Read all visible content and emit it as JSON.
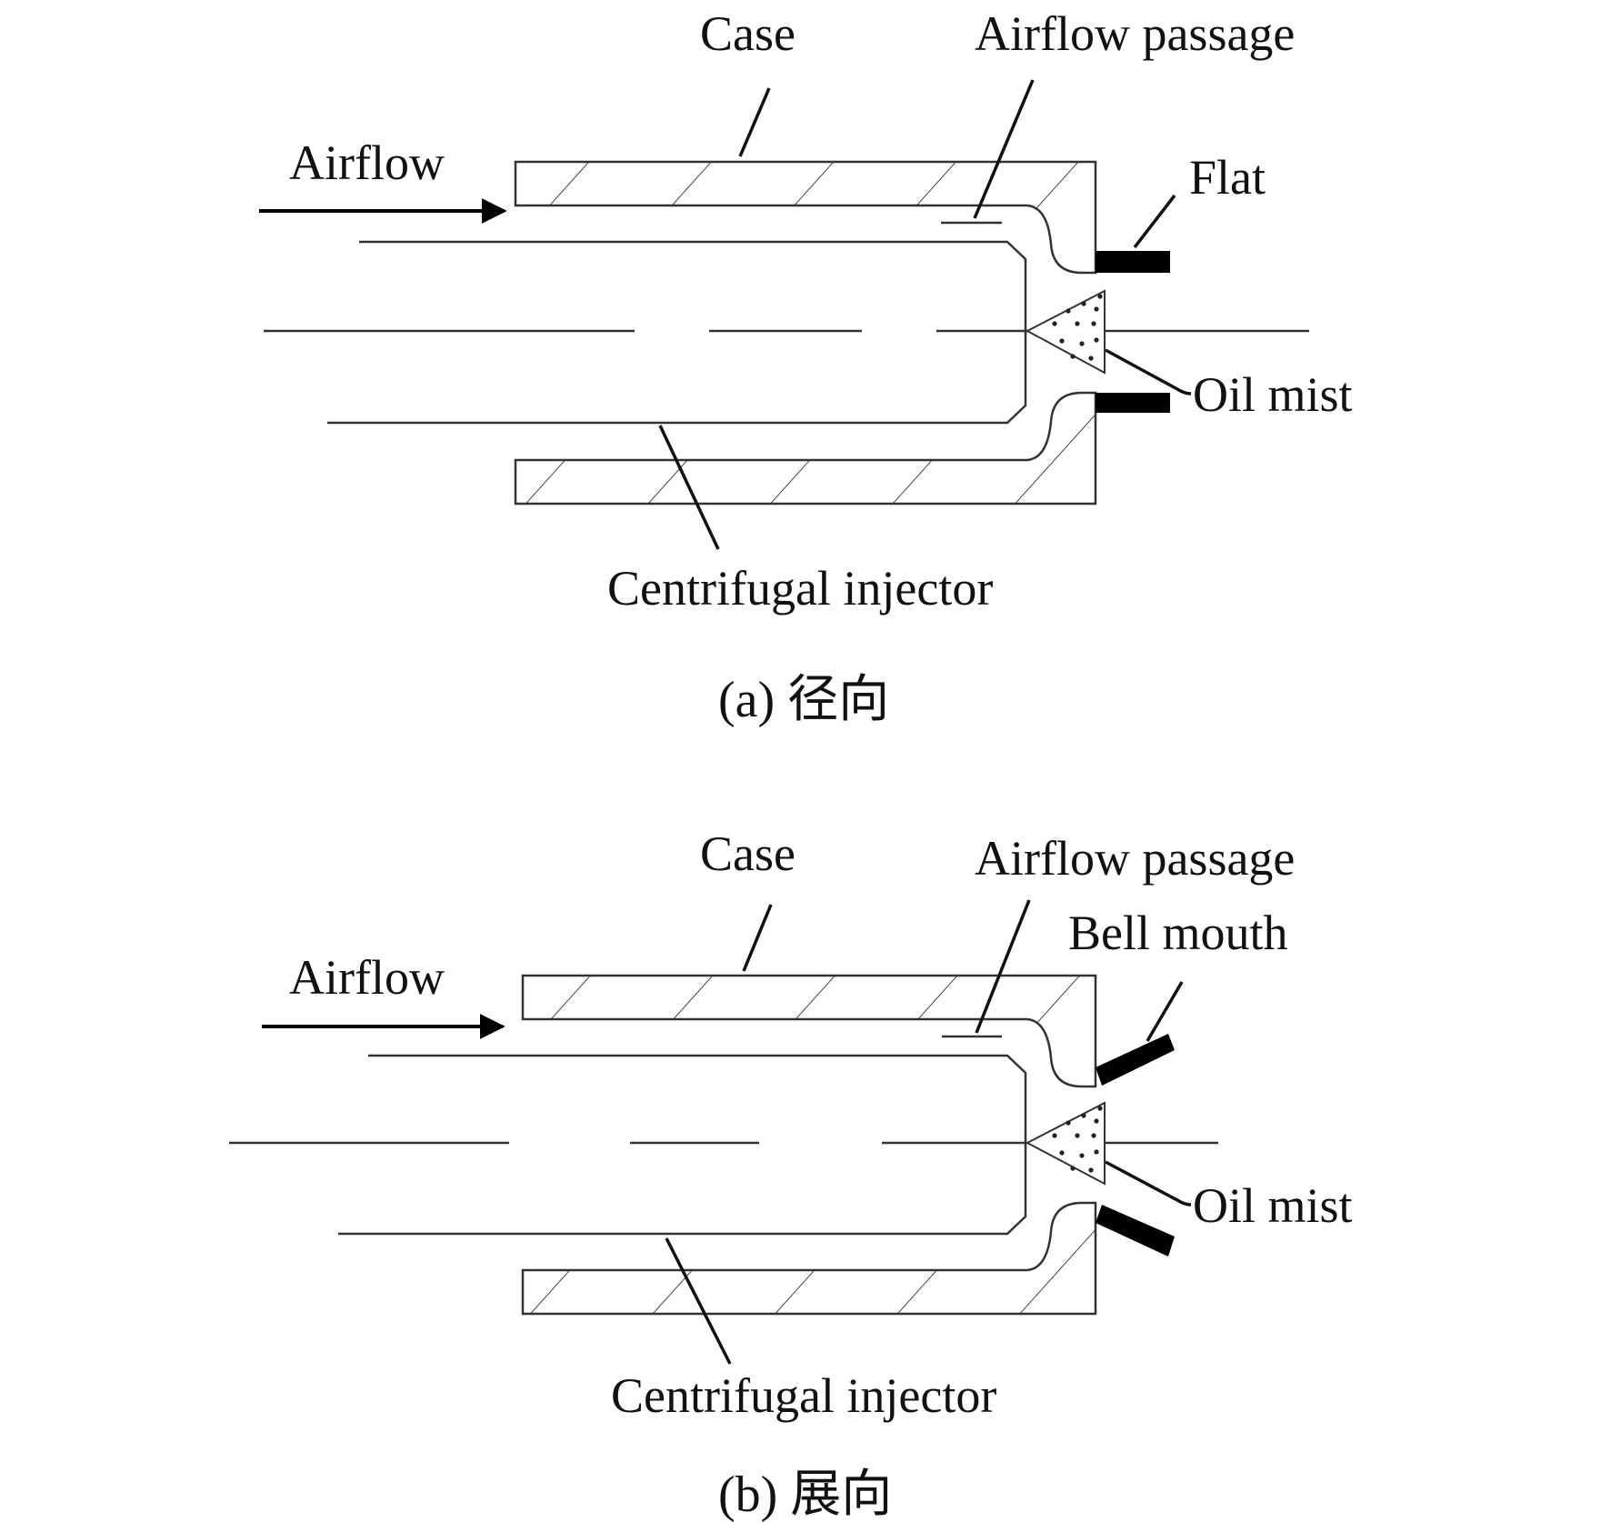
{
  "panels": [
    {
      "caption": "(a) 径向",
      "labels": {
        "case": "Case",
        "airflow_passage": "Airflow passage",
        "airflow": "Airflow",
        "tip": "Flat",
        "oil_mist": "Oil mist",
        "injector": "Centrifugal injector"
      }
    },
    {
      "caption": "(b) 展向",
      "labels": {
        "case": "Case",
        "airflow_passage": "Airflow passage",
        "airflow": "Airflow",
        "tip": "Bell mouth",
        "oil_mist": "Oil mist",
        "injector": "Centrifugal injector"
      }
    }
  ]
}
